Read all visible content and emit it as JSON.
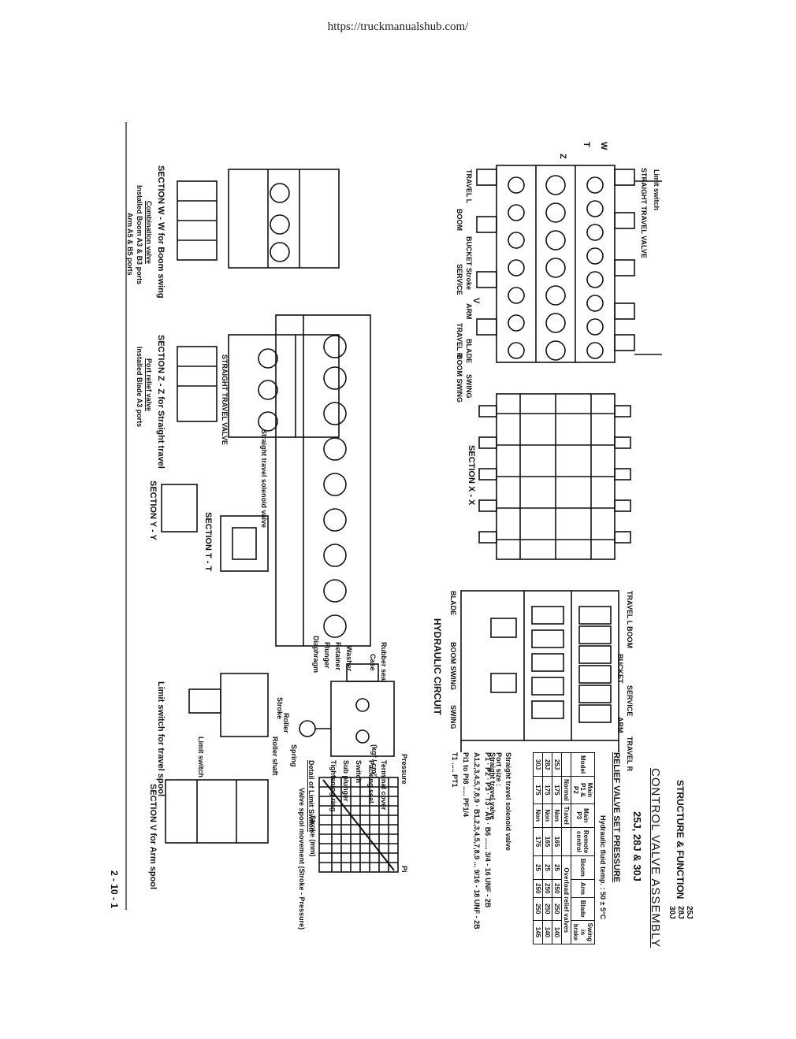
{
  "header": {
    "url": "https://truckmanualshub.com/"
  },
  "page": {
    "section": "STRUCTURE & FUNCTION",
    "title": "CONTROL VALVE ASSEMBLY",
    "models": "25J, 28J & 30J",
    "corner_models": [
      "25J",
      "28J",
      "30J"
    ],
    "page_number": "2 - 10 - 1"
  },
  "upper_labels": {
    "spools": [
      "TRAVEL L",
      "BOOM",
      "BUCKET",
      "SERVICE",
      "ARM",
      "TRAVEL R",
      "BLADE",
      "BOOM SWING",
      "SWING"
    ],
    "limit_switch": "Limit switch",
    "straight_travel_valve": "STRAIGHT TRAVEL VALVE",
    "stroke": "Stroke",
    "section_xx": "SECTION X - X",
    "marks": {
      "w": "W",
      "t": "T",
      "z": "Z",
      "v": "V"
    }
  },
  "hydraulic": {
    "labels": [
      "TRAVEL L",
      "BOOM",
      "BUCKET",
      "SERVICE",
      "ARM",
      "TRAVEL R",
      "BLADE",
      "BOOM SWING",
      "SWING"
    ],
    "title": "HYDRAULIC CIRCUIT",
    "solenoid": "Straight travel solenoid valve",
    "straight_valve": "Straight travel valve"
  },
  "relief": {
    "title": "RELIEF VALVE SET PRESSURE",
    "unit_note": "Hydraulic fluid temp. : 50 ± 5°C",
    "headers": [
      "Model",
      "Main P1 & P2",
      "Main P3",
      "Remote control",
      "Boom",
      "Arm",
      "Blade",
      "Swing in brake"
    ],
    "sub_headers": [
      "Normal",
      "Travel",
      "Overload relief valves"
    ],
    "rows": [
      [
        "25J",
        "175",
        "Non",
        "165",
        "25",
        "250",
        "250",
        "140"
      ],
      [
        "28J",
        "175",
        "Non",
        "165",
        "25",
        "250",
        "250",
        "140"
      ],
      [
        "30J",
        "175",
        "Non",
        "175",
        "25",
        "250",
        "250",
        "145"
      ]
    ],
    "port_size_title": "Port size :",
    "port_lines": [
      "P1 · P2 · P3 · T3 · A6 · B6 ...... 3/4 - 16 UNF - 2B",
      "A1,2,3,4,5,7,8,9 · B1,2,3,4,5,7,8,9 ... 9/16 - 18 UNF - 2B",
      "Pi1 to Pi8 ..... PF1/4",
      "T1 ..... PT1"
    ]
  },
  "graph": {
    "y_label": "Pressure",
    "y_unit": "(kgf / cm²)",
    "pi": "Pi",
    "x_label": "Stroke (mm)",
    "caption": "Valve spool movement (Stroke - Pressure)"
  },
  "lower_sections": {
    "ww_title": "SECTION W - W for Boom swing",
    "ww_caption": [
      "Combination valve",
      "Installed Boom A3 & B3 ports",
      "Arm A5 & B5 ports"
    ],
    "zz_title": "SECTION Z - Z for Straight travel",
    "zz_caption": [
      "Port relief valve",
      "Installed Blade A3 ports"
    ],
    "solenoid_label": "Straight travel solenoid valve",
    "straight_label": "STRAIGHT TRAVEL VALVE",
    "tt_title": "SECTION T - T",
    "yy_title": "SECTION Y - Y",
    "ls_title": "Limit switch for travel spool",
    "ls_stroke": "Stroke",
    "ls_label": "Limit switch",
    "vv_title": "SECTION V for Arm spool",
    "detail_title": "Detail of Limit Switch",
    "detail_parts": [
      "Rubber seal",
      "Case",
      "Washer",
      "Retainer",
      "Plunger",
      "Diaphragm",
      "Terminal cover",
      "Packing seal",
      "Switch",
      "Sub plunger",
      "Tightening ring",
      "Spring",
      "Roller",
      "Roller shaft"
    ]
  },
  "colors": {
    "ink": "#111111",
    "paper": "#ffffff"
  }
}
